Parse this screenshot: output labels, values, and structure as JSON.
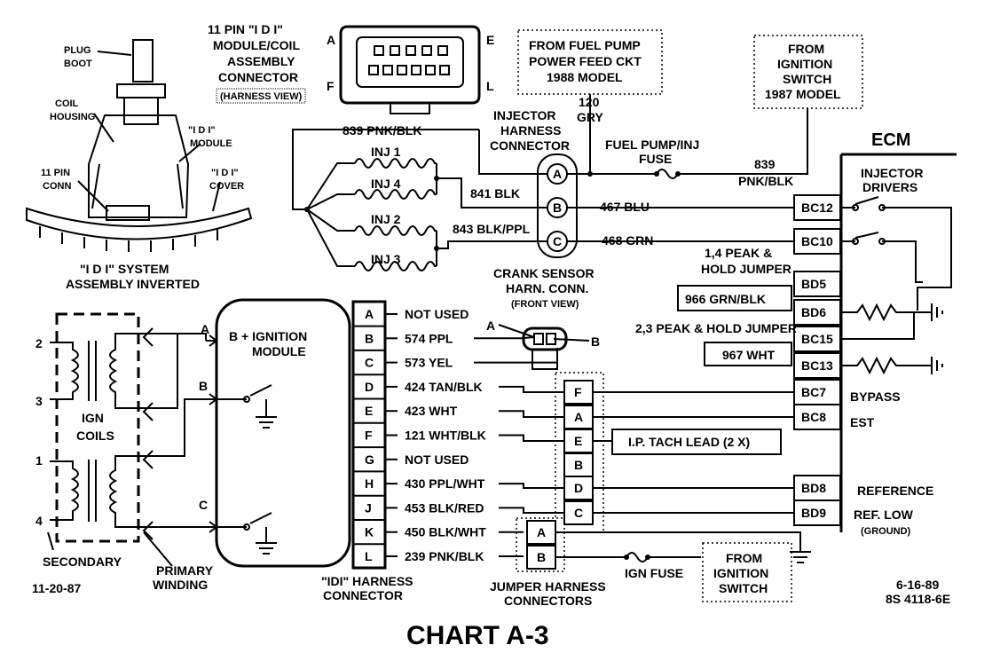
{
  "chart_title": "CHART A-3",
  "dates": {
    "left": "11-20-87",
    "right": "6-16-89",
    "code": "8S 4118-6E"
  },
  "coil_assembly": {
    "callouts": [
      "PLUG",
      "BOOT",
      "COIL",
      "HOUSING",
      "\"I D I\"",
      "MODULE",
      "11 PIN",
      "CONN",
      "\"I D I\"",
      "COVER"
    ],
    "caption": [
      "\"I D I\" SYSTEM",
      "ASSEMBLY INVERTED"
    ]
  },
  "pin11_connector": {
    "title": [
      "11 PIN \"I D I\"",
      "MODULE/COIL",
      "ASSEMBLY",
      "CONNECTOR"
    ],
    "view": "(HARNESS VIEW)",
    "corner_letters": [
      "A",
      "E",
      "F",
      "L"
    ]
  },
  "fuel_pump_note": [
    "FROM FUEL PUMP",
    "POWER FEED CKT",
    "1988 MODEL"
  ],
  "ignition_switch_note": [
    "FROM",
    "IGNITION",
    "SWITCH",
    "1987 MODEL"
  ],
  "wire_120": [
    "120",
    "GRY"
  ],
  "injector_connector": {
    "title": [
      "INJECTOR",
      "HARNESS",
      "CONNECTOR"
    ],
    "pins": [
      "A",
      "B",
      "C"
    ]
  },
  "fuse_label": [
    "FUEL PUMP/INJ",
    "FUSE"
  ],
  "wire_839_ecm": [
    "839",
    "PNK/BLK"
  ],
  "injectors": [
    "INJ 1",
    "INJ 4",
    "INJ 2",
    "INJ 3"
  ],
  "wires": {
    "w839": "839 PNK/BLK",
    "w841": "841 BLK",
    "w843": "843 BLK/PPL",
    "w467": "467 BLU",
    "w468": "468 GRN"
  },
  "ecm": {
    "title": "ECM",
    "injector_drivers": [
      "INJECTOR",
      "DRIVERS"
    ],
    "terminals": [
      "BC12",
      "BC10",
      "BD5",
      "BD6",
      "BC15",
      "BC13",
      "BC7",
      "BC8",
      "BD8",
      "BD9"
    ],
    "peak14": [
      "1,4 PEAK &",
      "HOLD JUMPER"
    ],
    "peak23": "2,3 PEAK & HOLD JUMPER",
    "w966": "966 GRN/BLK",
    "w967": "967 WHT",
    "bypass": "BYPASS",
    "est": "EST",
    "reference": "REFERENCE",
    "ref_low": "REF. LOW",
    "ground": "(GROUND)"
  },
  "crank_sensor": {
    "title": [
      "CRANK SENSOR",
      "HARN. CONN."
    ],
    "view": "(FRONT VIEW)",
    "pins": [
      "A",
      "B"
    ]
  },
  "ign_coils": {
    "label": [
      "IGN",
      "COILS"
    ],
    "numbers": [
      "2",
      "3",
      "1",
      "4"
    ],
    "secondary": "SECONDARY",
    "primary": [
      "PRIMARY",
      "WINDING"
    ],
    "arrow_letters": [
      "A",
      "B",
      "C"
    ]
  },
  "ign_module": [
    "B + IGNITION",
    "MODULE"
  ],
  "idi_harness": {
    "pins": [
      "A",
      "B",
      "C",
      "D",
      "E",
      "F",
      "G",
      "H",
      "J",
      "K",
      "L"
    ],
    "wires": [
      "NOT USED",
      "574 PPL",
      "573 YEL",
      "424 TAN/BLK",
      "423 WHT",
      "121 WHT/BLK",
      "NOT USED",
      "430 PPL/WHT",
      "453 BLK/RED",
      "450 BLK/WHT",
      "239  PNK/BLK"
    ],
    "caption": [
      "\"IDI\" HARNESS",
      "CONNECTOR"
    ]
  },
  "jumper_connectors": {
    "pins_main": [
      "F",
      "A",
      "E",
      "B",
      "D",
      "C"
    ],
    "pins_small": [
      "A",
      "B"
    ],
    "caption": [
      "JUMPER HARNESS",
      "CONNECTORS"
    ]
  },
  "tach_lead": "I.P. TACH LEAD  (2 X)",
  "ign_fuse": "IGN FUSE",
  "from_ign_switch": [
    "FROM",
    "IGNITION",
    "SWITCH"
  ]
}
